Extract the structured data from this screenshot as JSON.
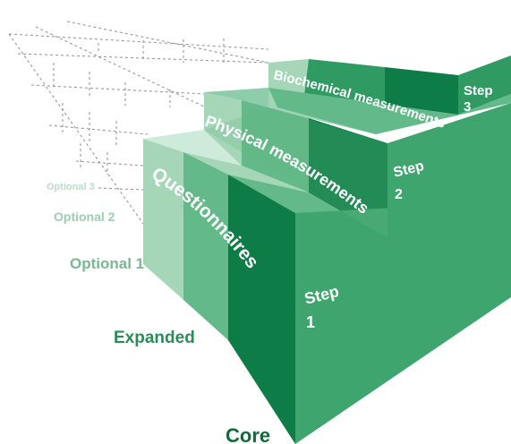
{
  "steps": [
    {
      "label": "Questionnaires",
      "step_word": "Step",
      "step_number": "1"
    },
    {
      "label": "Physical measurements",
      "step_word": "Step",
      "step_number": "2"
    },
    {
      "label": "Biochemical measurements",
      "step_word": "Step",
      "step_number": "3"
    }
  ],
  "levels": {
    "core": "Core",
    "expanded": "Expanded",
    "optional1": "Optional 1",
    "optional2": "Optional 2",
    "optional3": "Optional 3"
  },
  "colors": {
    "dark": "#0e7c46",
    "mid": "#2f9a62",
    "light": "#63b989",
    "pale": "#a4d6b7",
    "faint": "#cdeadb",
    "side": "#3fa56f",
    "side_light": "#77c199",
    "label_core": "#0f6b3b",
    "label_expanded": "#2c8c58",
    "label_opt1": "#78b995",
    "label_opt2": "#9ccdb1",
    "label_opt3": "#b9dcc8"
  }
}
